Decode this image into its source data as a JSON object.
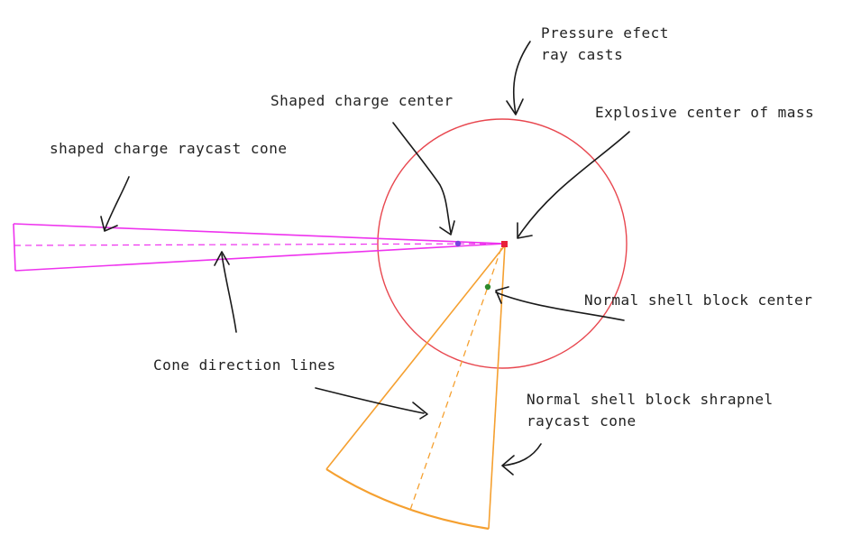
{
  "labels": {
    "pressure_line1": "Pressure efect",
    "pressure_line2": "ray casts",
    "shaped_center": "Shaped charge center",
    "explosive_center": "Explosive center of mass",
    "shaped_cone": "shaped charge raycast cone",
    "cone_lines": "Cone direction lines",
    "normal_center": "Normal shell block center",
    "normal_cone_line1": "Normal shell block shrapnel",
    "normal_cone_line2": "raycast cone"
  },
  "colors": {
    "pressure_circle": "#e8474f",
    "shaped_cone": "#ee33ee",
    "normal_cone": "#f5a030",
    "explosive_dot": "#e8203a",
    "shaped_dot": "#7a45e0",
    "normal_dot": "#2d8a2d"
  }
}
